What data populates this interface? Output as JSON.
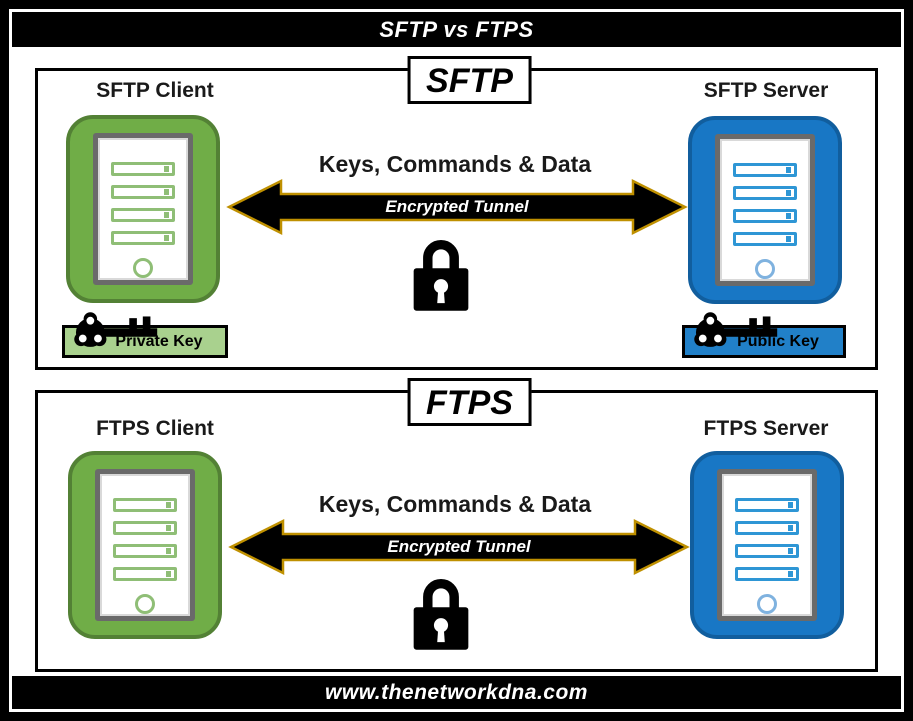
{
  "header": {
    "title": "SFTP vs FTPS"
  },
  "footer": {
    "url": "www.thenetworkdna.com"
  },
  "panels": [
    {
      "id": "sftp",
      "badge": "SFTP",
      "client_label": "SFTP Client",
      "server_label": "SFTP Server",
      "channel_label": "Keys, Commands & Data",
      "tunnel_label": "Encrypted Tunnel",
      "client_key_label": "Private Key",
      "server_key_label": "Public Key"
    },
    {
      "id": "ftps",
      "badge": "FTPS",
      "client_label": "FTPS Client",
      "server_label": "FTPS Server",
      "channel_label": "Keys, Commands & Data",
      "tunnel_label": "Encrypted Tunnel"
    }
  ],
  "icons": {
    "client_device": "server-tower-icon",
    "server_device": "server-tower-icon",
    "lock": "padlock-icon",
    "key": "skeleton-key-icon",
    "arrow": "double-headed-arrow-icon"
  },
  "colors": {
    "client_green": "#70AD47",
    "client_green_border": "#538135",
    "client_bar_green": "#8FBE76",
    "server_blue": "#1877C5",
    "server_blue_border": "#115E9E",
    "server_bar_blue": "#2E96D5",
    "private_key_box": "#A9D18E",
    "public_key_box": "#2180C8",
    "arrow_fill": "#000000",
    "arrow_outline": "#BF9000",
    "band_background": "#000000",
    "band_text": "#FFFFFF"
  }
}
